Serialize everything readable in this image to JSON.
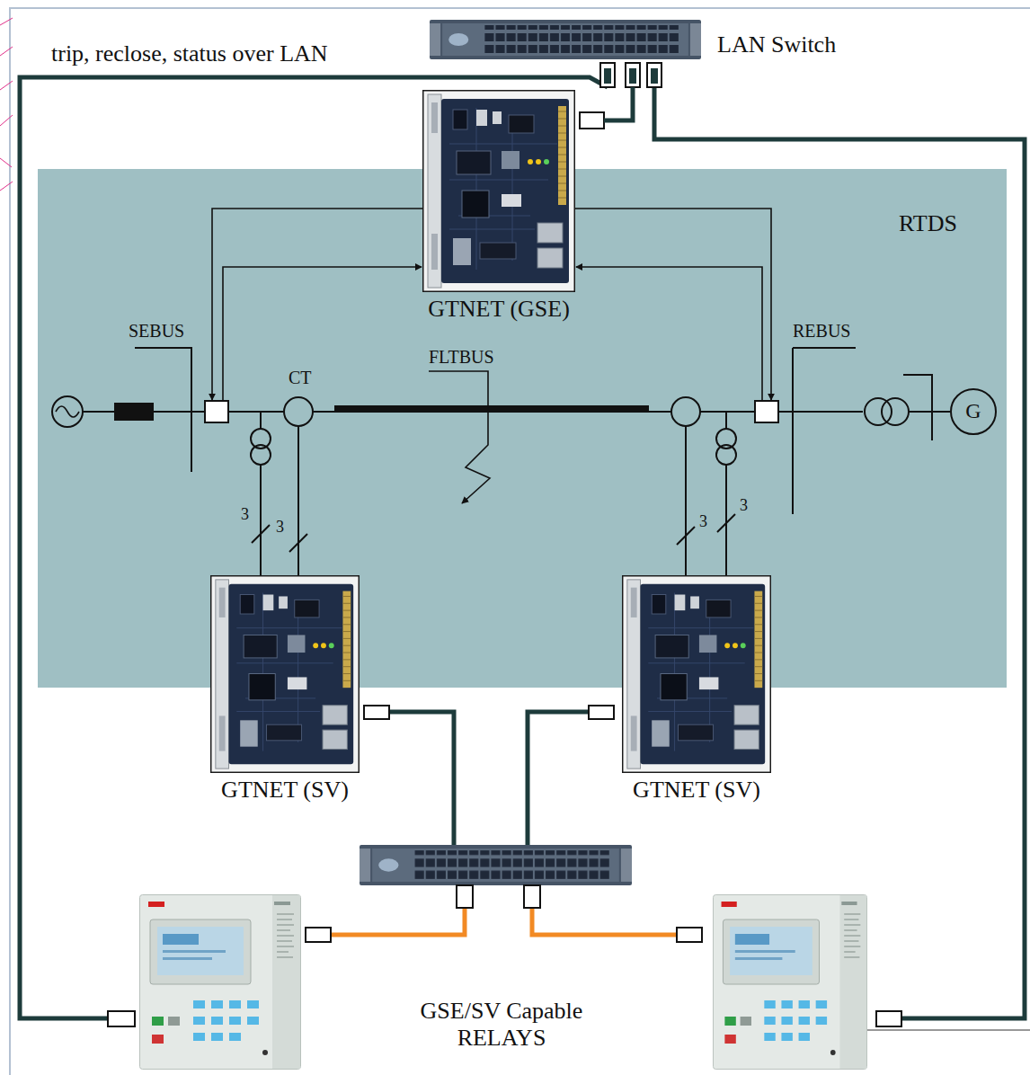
{
  "diagram": {
    "nodes": [
      {
        "text": [
          "LAN Switch"
        ]
      },
      {
        "text": [
          "RTDS"
        ]
      },
      {
        "text": [
          "GTNET (GSE)"
        ]
      },
      {
        "text": [
          "G"
        ],
        "in": 1
      },
      {
        "text": [
          "GTNET (SV)"
        ]
      },
      {
        "text": [
          "GTNET (SV)"
        ]
      }
    ],
    "edges": [
      {
        "from": 2,
        "to": 0,
        "arrow": "none"
      }
    ],
    "labels": [
      "trip, reclose, status over LAN",
      "SEBUS",
      "CT",
      "FLTBUS",
      "REBUS",
      "3",
      "3",
      "3",
      "3",
      "GSE/SV Capable RELAYS"
    ]
  }
}
